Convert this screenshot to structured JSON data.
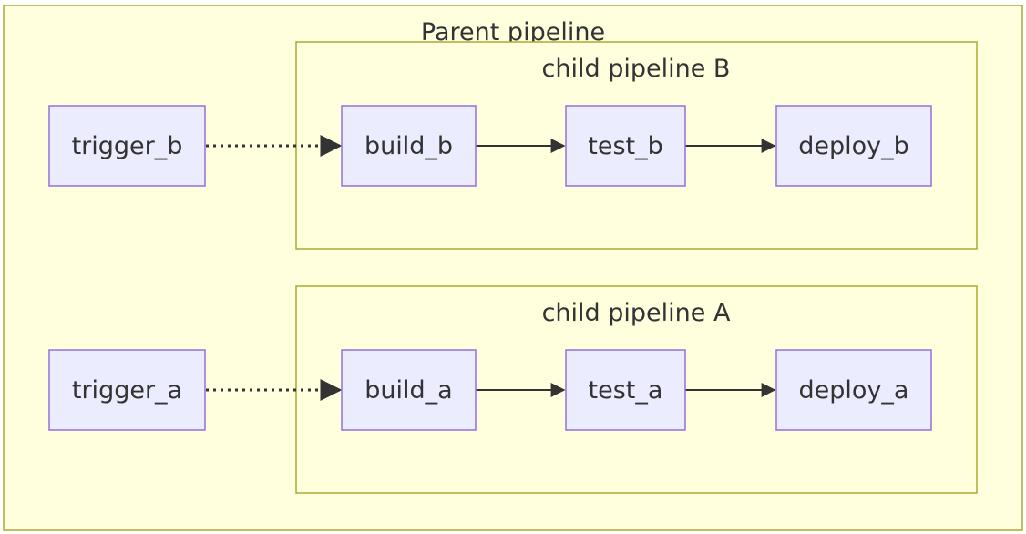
{
  "colors": {
    "cluster_fill": "#ffffde",
    "cluster_stroke": "#aaaa33",
    "node_fill": "#ececff",
    "node_stroke": "#9370db",
    "edge": "#333333",
    "text": "#333333"
  },
  "clusters": {
    "parent": {
      "title": "Parent pipeline"
    },
    "child_b": {
      "title": "child pipeline B"
    },
    "child_a": {
      "title": "child pipeline A"
    }
  },
  "nodes": {
    "trigger_b": "trigger_b",
    "build_b": "build_b",
    "test_b": "test_b",
    "deploy_b": "deploy_b",
    "trigger_a": "trigger_a",
    "build_a": "build_a",
    "test_a": "test_a",
    "deploy_a": "deploy_a"
  },
  "edges": [
    {
      "from": "trigger_b",
      "to": "build_b",
      "style": "dotted"
    },
    {
      "from": "build_b",
      "to": "test_b",
      "style": "solid"
    },
    {
      "from": "test_b",
      "to": "deploy_b",
      "style": "solid"
    },
    {
      "from": "trigger_a",
      "to": "build_a",
      "style": "dotted"
    },
    {
      "from": "build_a",
      "to": "test_a",
      "style": "solid"
    },
    {
      "from": "test_a",
      "to": "deploy_a",
      "style": "solid"
    }
  ]
}
